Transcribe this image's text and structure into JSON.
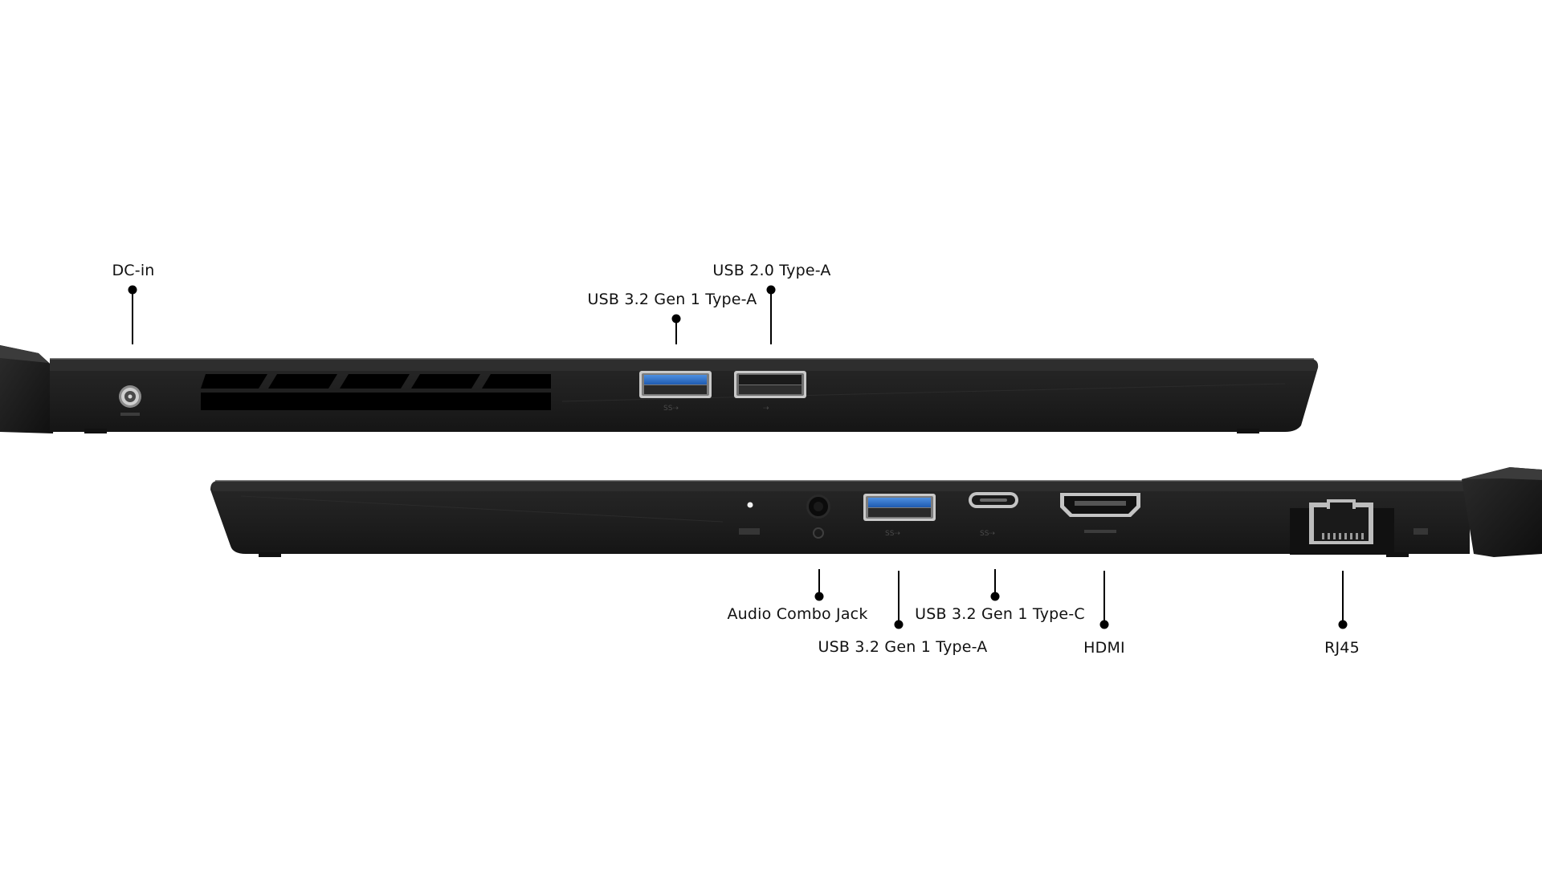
{
  "callouts": {
    "dc_in": "DC-in",
    "usb32_left": "USB 3.2 Gen 1 Type-A",
    "usb20_left": "USB 2.0 Type-A",
    "audio_combo": "Audio Combo Jack",
    "usb32a_right": "USB 3.2 Gen 1 Type-A",
    "usb32c_right": "USB 3.2 Gen 1 Type-C",
    "hdmi": "HDMI",
    "rj45": "RJ45"
  },
  "colors": {
    "background": "#ffffff",
    "chassis": "#1c1c1c",
    "usb3_blue": "#2f73c9",
    "leader": "#000000"
  }
}
